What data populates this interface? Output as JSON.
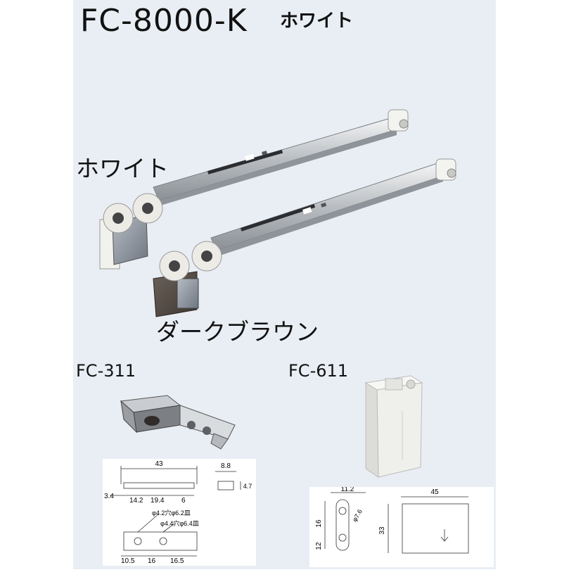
{
  "header": {
    "model": "FC-8000-K",
    "color_name": "ホワイト"
  },
  "labels": {
    "white": "ホワイト",
    "dark_brown": "ダークブラウン"
  },
  "parts": [
    {
      "id": "fc311",
      "name": "FC-311"
    },
    {
      "id": "fc611",
      "name": "FC-611"
    }
  ],
  "fc311_dims": {
    "length": "43",
    "width": "8.8",
    "height": "4.7",
    "offset_a": "3.4",
    "seg1": "14.2",
    "seg2": "19.4",
    "seg3": "6",
    "hole1": "φ4.2穴φ6.2皿",
    "hole2": "φ4.4穴φ6.4皿",
    "pitch_a": "10.5",
    "pitch_b": "16",
    "pitch_c": "16.5"
  },
  "fc611_dims": {
    "top": "11.2",
    "width": "45",
    "height": "33",
    "upper": "16",
    "lower": "12",
    "hole": "φ7.6"
  }
}
